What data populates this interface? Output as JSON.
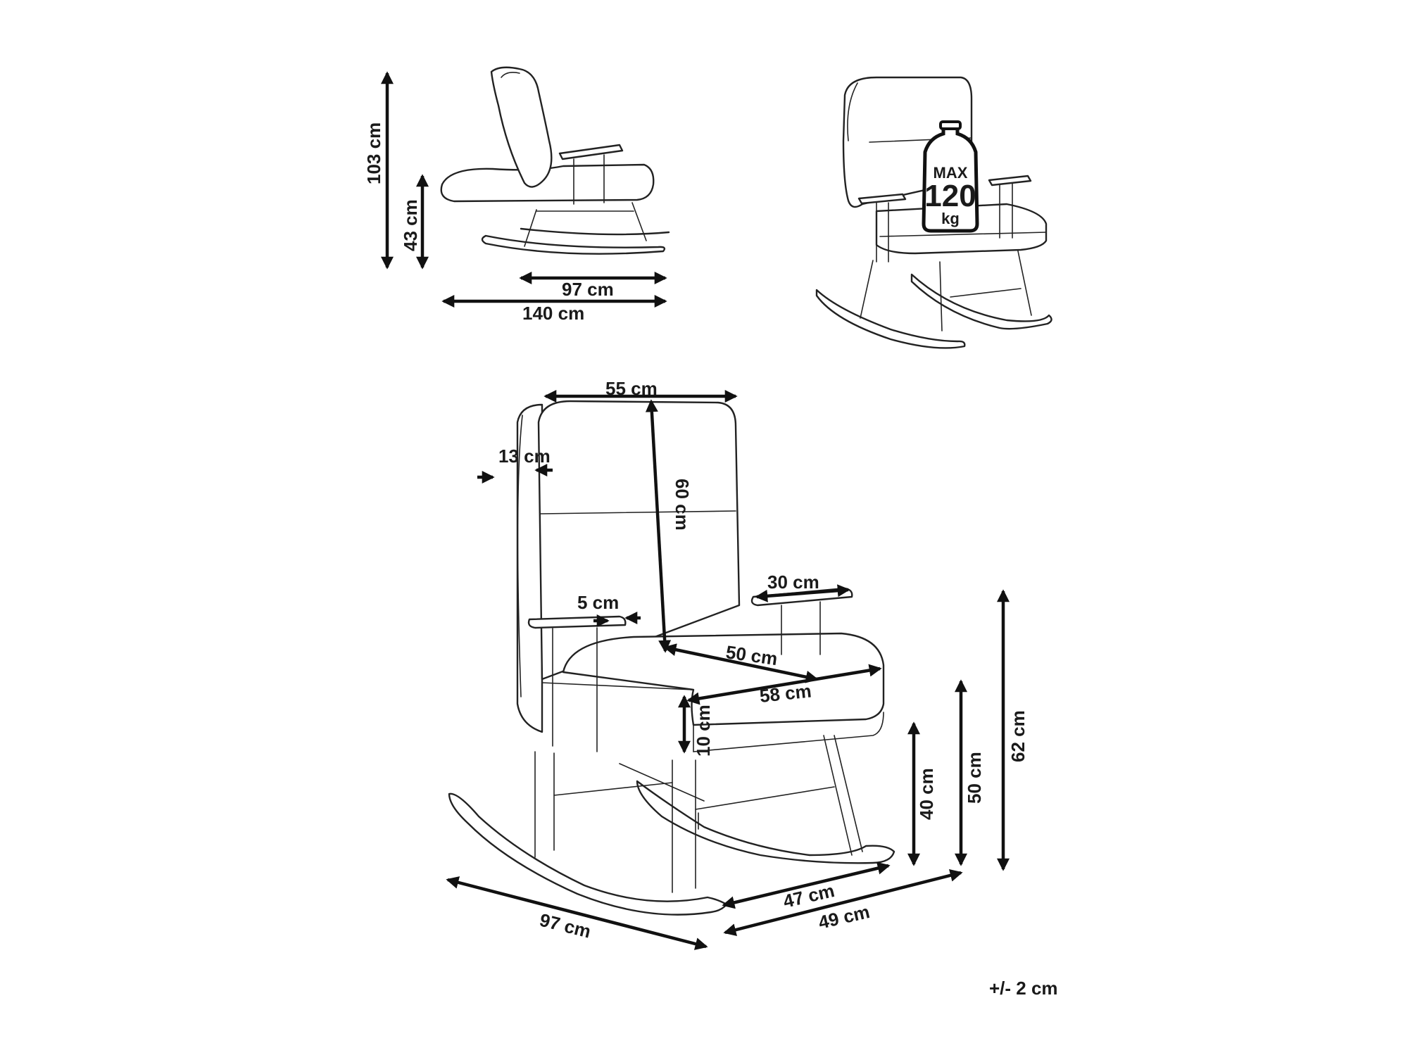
{
  "side_view": {
    "total_height": "103 cm",
    "seat_height": "43 cm",
    "rocker_length": "97 cm",
    "total_depth": "140 cm"
  },
  "perspective_view": {
    "max_load_line1": "MAX",
    "max_load_line2": "120",
    "max_load_line3": "kg"
  },
  "main_view": {
    "backrest_width": "55 cm",
    "backrest_height": "60 cm",
    "cushion_thickness": "13 cm",
    "armrest_width": "5 cm",
    "armrest_length": "30 cm",
    "seat_depth": "50 cm",
    "seat_width": "58 cm",
    "seat_thickness": "10 cm",
    "armrest_floor_height": "62 cm",
    "seat_floor_height": "50 cm",
    "base_height": "40 cm",
    "rocker_length": "97 cm",
    "base_width": "47 cm",
    "overall_width": "49 cm"
  },
  "tolerance": "+/- 2 cm"
}
